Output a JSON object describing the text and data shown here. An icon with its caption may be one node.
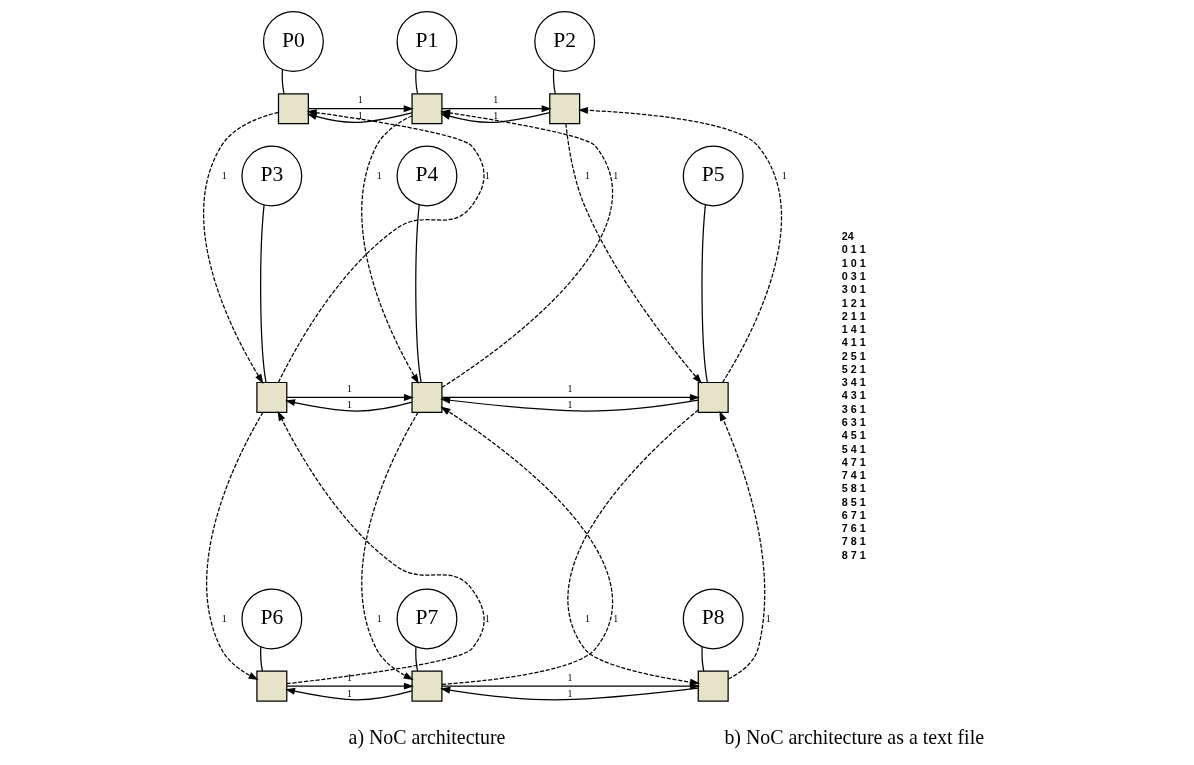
{
  "diagram": {
    "nodes": [
      {
        "text": [
          "P0"
        ]
      },
      {
        "text": [
          "P1"
        ]
      },
      {
        "text": [
          "P2"
        ]
      },
      {
        "text": [
          "P3"
        ]
      },
      {
        "text": [
          "P4"
        ]
      },
      {
        "text": [
          "P5"
        ]
      },
      {
        "text": [
          "P6"
        ]
      },
      {
        "text": [
          "P7"
        ]
      },
      {
        "text": [
          "P8"
        ]
      },
      {
        "text": [],
        "shape": "box"
      },
      {
        "text": [],
        "shape": "box"
      },
      {
        "text": [],
        "shape": "box"
      },
      {
        "text": [],
        "shape": "box"
      },
      {
        "text": [],
        "shape": "box"
      },
      {
        "text": [],
        "shape": "box"
      },
      {
        "text": [],
        "shape": "box"
      },
      {
        "text": [],
        "shape": "box"
      },
      {
        "text": [],
        "shape": "box"
      }
    ],
    "edges": [
      {
        "from": 0,
        "to": 9,
        "arrow": "none"
      },
      {
        "from": 1,
        "to": 10,
        "arrow": "none"
      },
      {
        "from": 2,
        "to": 11,
        "arrow": "none"
      },
      {
        "from": 3,
        "to": 12,
        "arrow": "none"
      },
      {
        "from": 4,
        "to": 13,
        "arrow": "none"
      },
      {
        "from": 5,
        "to": 14,
        "arrow": "none"
      },
      {
        "from": 6,
        "to": 15,
        "arrow": "none"
      },
      {
        "from": 7,
        "to": 16,
        "arrow": "none"
      },
      {
        "from": 8,
        "to": 17,
        "arrow": "none"
      },
      {
        "from": 9,
        "to": 10,
        "arrow": "to",
        "label": "1"
      },
      {
        "from": 10,
        "to": 9,
        "arrow": "to",
        "label": "1"
      },
      {
        "from": 10,
        "to": 11,
        "arrow": "to",
        "label": "1"
      },
      {
        "from": 11,
        "to": 10,
        "arrow": "to",
        "label": "1"
      },
      {
        "from": 12,
        "to": 13,
        "arrow": "to",
        "label": "1"
      },
      {
        "from": 13,
        "to": 12,
        "arrow": "to",
        "label": "1"
      },
      {
        "from": 13,
        "to": 14,
        "arrow": "to",
        "label": "1"
      },
      {
        "from": 14,
        "to": 13,
        "arrow": "to",
        "label": "1"
      },
      {
        "from": 15,
        "to": 16,
        "arrow": "to",
        "label": "1"
      },
      {
        "from": 16,
        "to": 15,
        "arrow": "to",
        "label": "1"
      },
      {
        "from": 16,
        "to": 17,
        "arrow": "to",
        "label": "1"
      },
      {
        "from": 17,
        "to": 16,
        "arrow": "to",
        "label": "1"
      },
      {
        "from": 12,
        "to": 9,
        "arrow": "to",
        "label": "1",
        "style": "dashed"
      },
      {
        "from": 9,
        "to": 12,
        "arrow": "to",
        "label": "1",
        "style": "dashed"
      },
      {
        "from": 13,
        "to": 10,
        "arrow": "to",
        "label": "1",
        "style": "dashed"
      },
      {
        "from": 10,
        "to": 13,
        "arrow": "to",
        "label": "1",
        "style": "dashed"
      },
      {
        "from": 14,
        "to": 11,
        "arrow": "to",
        "label": "1",
        "style": "dashed"
      },
      {
        "from": 11,
        "to": 14,
        "arrow": "to",
        "label": "1",
        "style": "dashed"
      },
      {
        "from": 15,
        "to": 12,
        "arrow": "to",
        "label": "1",
        "style": "dashed"
      },
      {
        "from": 12,
        "to": 15,
        "arrow": "to",
        "label": "1",
        "style": "dashed"
      },
      {
        "from": 16,
        "to": 13,
        "arrow": "to",
        "label": "1",
        "style": "dashed"
      },
      {
        "from": 13,
        "to": 16,
        "arrow": "to",
        "label": "1",
        "style": "dashed"
      },
      {
        "from": 17,
        "to": 14,
        "arrow": "to",
        "label": "1",
        "style": "dashed"
      },
      {
        "from": 14,
        "to": 17,
        "arrow": "to",
        "label": "1",
        "style": "dashed"
      }
    ],
    "labels": [
      "24",
      "0 1 1",
      "1 0 1",
      "0 3 1",
      "3 0 1",
      "1 2 1",
      "2 1 1",
      "1 4 1",
      "4 1 1",
      "2 5 1",
      "5 2 1",
      "3 4 1",
      "4 3 1",
      "3 6 1",
      "6 3 1",
      "4 5 1",
      "5 4 1",
      "4 7 1",
      "7 4 1",
      "5 8 1",
      "8 5 1",
      "6 7 1",
      "7 6 1",
      "7 8 1",
      "8 7 1",
      "a) NoC architecture",
      "b) NoC architecture as a text file"
    ]
  }
}
